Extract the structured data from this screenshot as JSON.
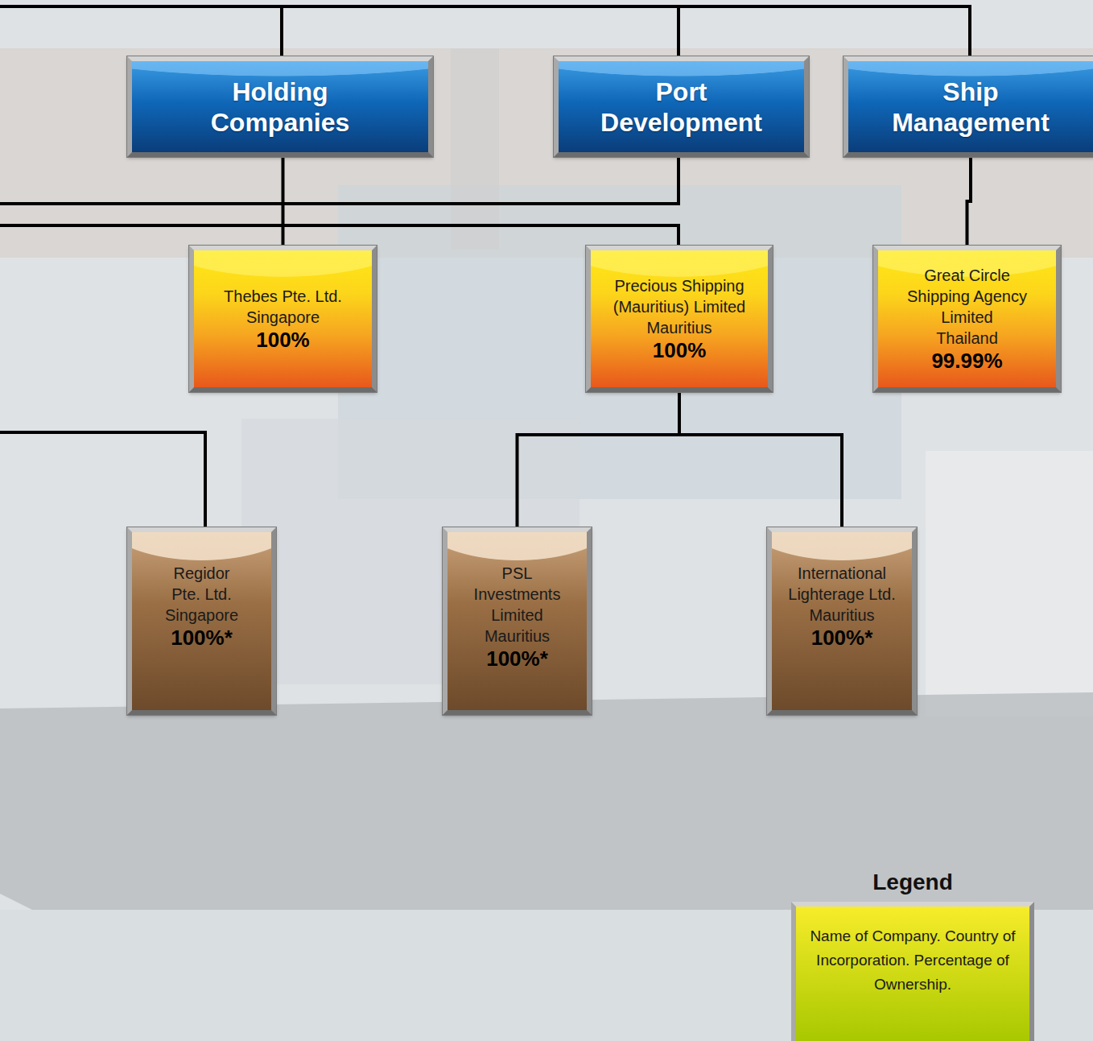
{
  "diagram": {
    "nodes": [
      {
        "text": [
          "Holding Companies"
        ]
      },
      {
        "text": [
          "Port Development"
        ]
      },
      {
        "text": [
          "Ship Management"
        ]
      },
      {
        "text": [
          "Thebes Pte. Ltd.",
          "Singapore",
          "100%"
        ]
      },
      {
        "text": [
          "Precious Shipping (Mauritius) Limited",
          "Mauritius",
          "100%"
        ]
      },
      {
        "text": [
          "Great Circle Shipping Agency Limited",
          "Thailand",
          "99.99%"
        ]
      },
      {
        "text": [
          "Regidor Pte. Ltd.",
          "Singapore",
          "100%*"
        ]
      },
      {
        "text": [
          "PSL Investments Limited",
          "Mauritius",
          "100%*"
        ]
      },
      {
        "text": [
          "International Lighterage Ltd.",
          "Mauritius",
          "100%*"
        ]
      }
    ],
    "edges": [
      {
        "from": 0,
        "to": 3,
        "arrow": "none"
      },
      {
        "from": 2,
        "to": 5,
        "arrow": "none"
      },
      {
        "from": 4,
        "to": 7,
        "arrow": "none"
      },
      {
        "from": 4,
        "to": 8,
        "arrow": "none"
      }
    ],
    "labels": [
      "Legend"
    ],
    "legend": [
      {
        "text": "Name of Company. Country of Incorporation. Percentage of Ownership.",
        "color": "#a8c800"
      }
    ]
  }
}
